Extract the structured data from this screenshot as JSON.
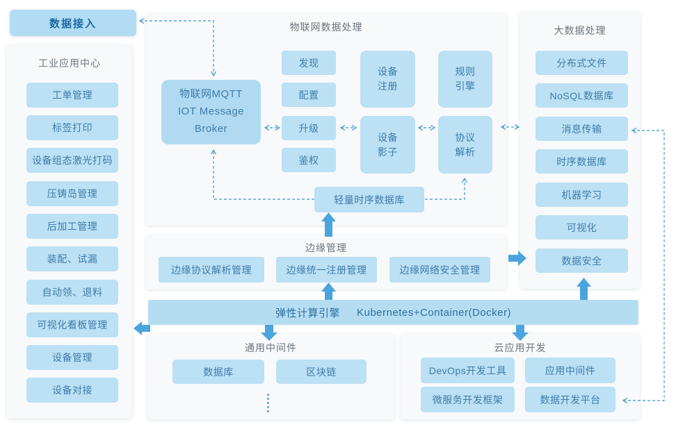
{
  "colors": {
    "node_fill": "#bce0f4",
    "broker_fill": "#b0daf1",
    "panel_bg": "#f8f9fa",
    "node_text": "#3d7ca9",
    "panel_title": "#6b757e",
    "accent_arrow": "#4aa5dd",
    "dashed_line": "#58a6d7",
    "data_access_text": "#196aa3"
  },
  "data_access": {
    "label": "数据接入"
  },
  "industrial_apps": {
    "title": "工业应用中心",
    "items": [
      "工单管理",
      "标签打印",
      "设备组态激光打码",
      "压铸岛管理",
      "后加工管理",
      "装配、试漏",
      "自动领、退料",
      "可视化看板管理",
      "设备管理",
      "设备对接"
    ]
  },
  "iot": {
    "title": "物联网数据处理",
    "broker": "物联网MQTT\nIOT Message\nBroker",
    "functions": [
      "发现",
      "配置",
      "升级",
      "鉴权"
    ],
    "device_boxes": [
      "设备\n注册",
      "设备\n影子",
      "规则\n引擎",
      "协议\n解析"
    ],
    "tsdb": "轻量时序数据库"
  },
  "bigdata": {
    "title": "大数据处理",
    "items": [
      "分布式文件",
      "NoSQL数据库",
      "消息传输",
      "时序数据库",
      "机器学习",
      "可视化",
      "数据安全"
    ]
  },
  "edge": {
    "title": "边缘管理",
    "items": [
      "边缘协议解析管理",
      "边缘统一注册管理",
      "边缘网络安全管理"
    ]
  },
  "compute_bar": {
    "label_cn": "弹性计算引擎",
    "label_en": "Kubernetes+Container(Docker)"
  },
  "middleware": {
    "title": "通用中间件",
    "items": [
      "数据库",
      "区块链"
    ]
  },
  "cloud": {
    "title": "云应用开发",
    "items": [
      "DevOps开发工具",
      "应用中间件",
      "微服务开发框架",
      "数据开发平台"
    ]
  }
}
